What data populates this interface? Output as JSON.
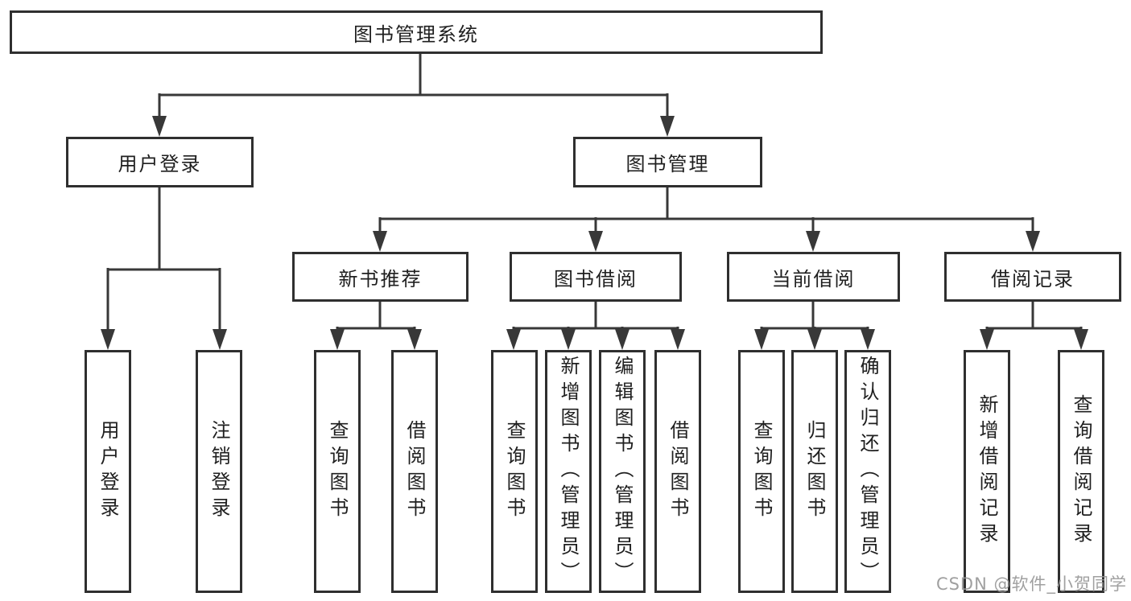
{
  "diagram": {
    "root": {
      "label": "图书管理系统"
    },
    "level2": [
      {
        "label": "用户登录"
      },
      {
        "label": "图书管理"
      }
    ],
    "level3": [
      {
        "label": "新书推荐"
      },
      {
        "label": "图书借阅"
      },
      {
        "label": "当前借阅"
      },
      {
        "label": "借阅记录"
      }
    ],
    "leaves": {
      "user_login": [
        {
          "label": "用户登录"
        },
        {
          "label": "注销登录"
        }
      ],
      "new_book": [
        {
          "label": "查询图书"
        },
        {
          "label": "借阅图书"
        }
      ],
      "book_borrow": [
        {
          "label": "查询图书"
        },
        {
          "label": "新增图书（管理员）"
        },
        {
          "label": "编辑图书（管理员）"
        },
        {
          "label": "借阅图书"
        }
      ],
      "current_borrow": [
        {
          "label": "查询图书"
        },
        {
          "label": "归还图书"
        },
        {
          "label": "确认归还（管理员）"
        }
      ],
      "borrow_record": [
        {
          "label": "新增借阅记录"
        },
        {
          "label": "查询借阅记录"
        }
      ]
    },
    "watermark": "CSDN @软件_小贺同学",
    "colors": {
      "line": "#383838",
      "box_border": "#2f2f2f",
      "box_bg": "#ffffff",
      "text": "#1f1f1f",
      "watermark": "#969696",
      "background": "#ffffff"
    }
  }
}
